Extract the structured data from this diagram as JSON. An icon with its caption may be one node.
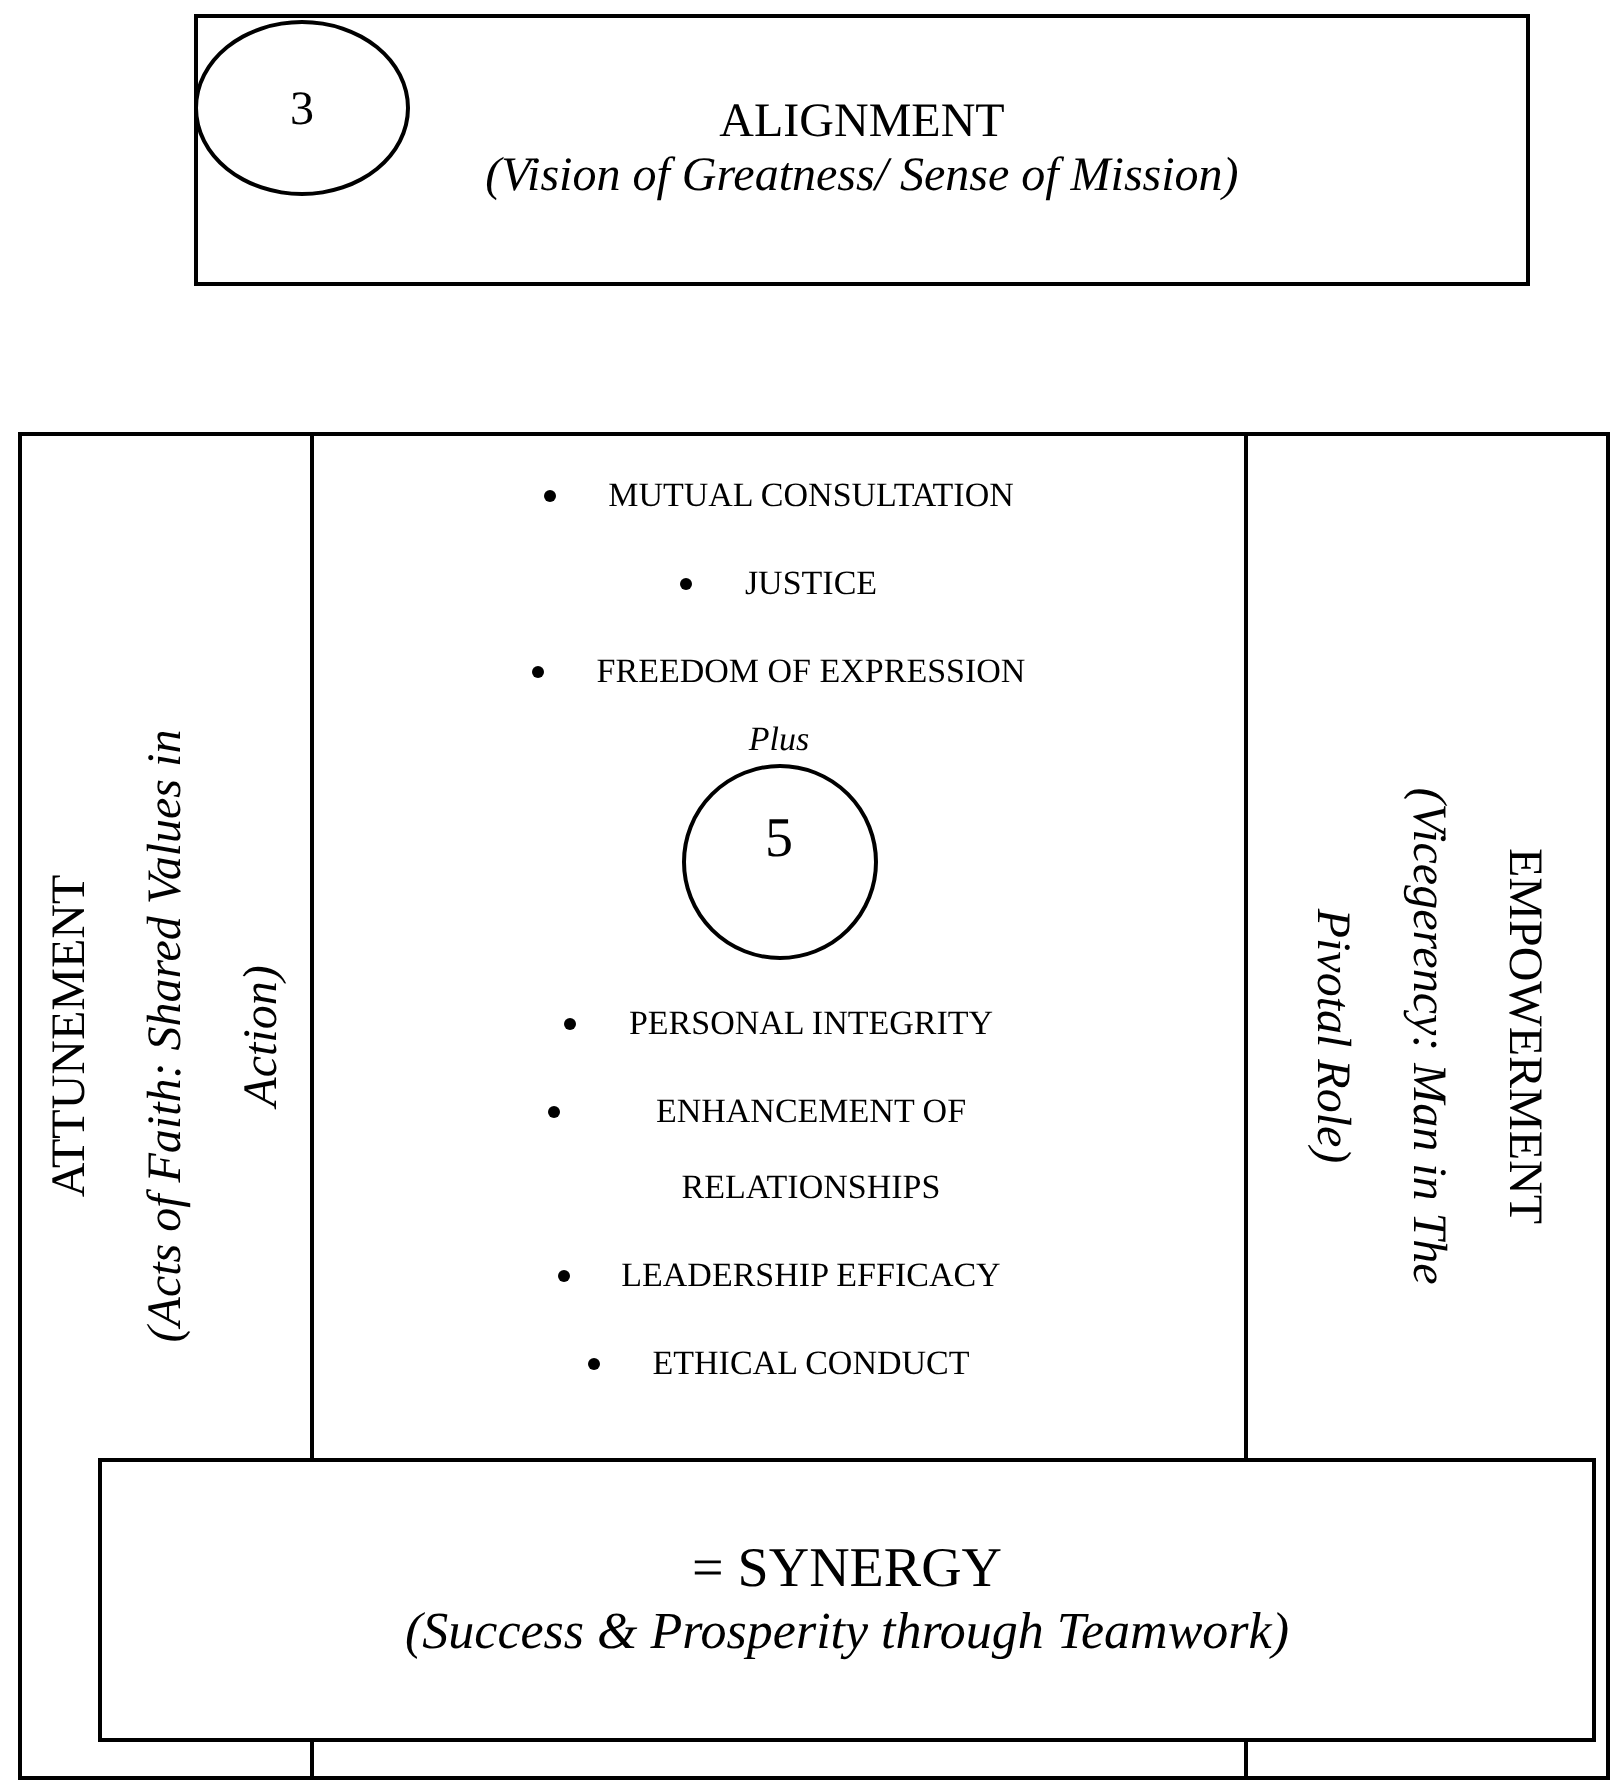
{
  "diagram": {
    "nodes": [
      {
        "text": [
          "ALIGNMENT",
          "(Vision of Greatness/ Sense of Mission)"
        ]
      },
      {
        "text": [
          "3"
        ],
        "in": 0
      },
      {
        "text": [
          "ATTUNEMENT",
          "(Acts of Faith: Shared Values in Action)"
        ]
      },
      {
        "text": [
          "MUTUAL CONSULTATION",
          "JUSTICE",
          "FREEDOM OF EXPRESSION",
          "PERSONAL INTEGRITY",
          "ENHANCEMENT OF RELATIONSHIPS",
          "LEADERSHIP EFFICACY",
          "ETHICAL CONDUCT"
        ]
      },
      {
        "text": [
          "5"
        ],
        "in": 3,
        "beside": [
          "Plus"
        ]
      },
      {
        "text": [
          "EMPOWERMENT",
          "(Vicegerency: Man in The Pivotal Role)"
        ]
      },
      {
        "text": [
          "= SYNERGY",
          "(Success & Prosperity through Teamwork)"
        ]
      }
    ],
    "edges": []
  }
}
